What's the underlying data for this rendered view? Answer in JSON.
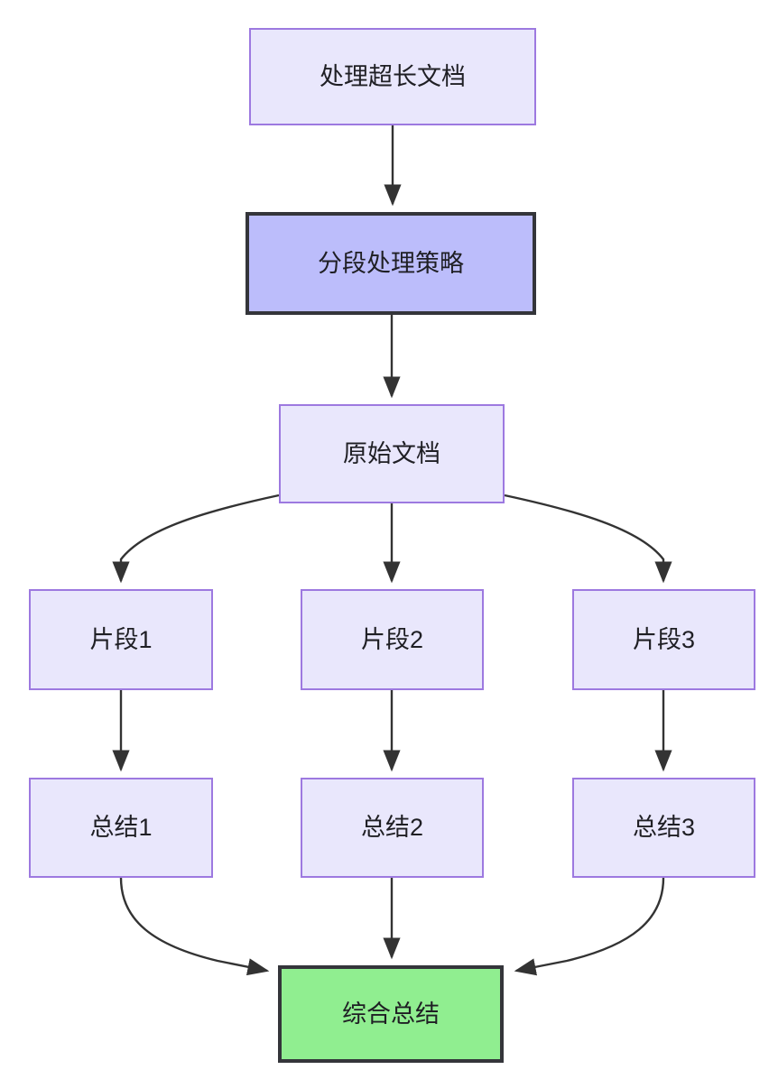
{
  "diagram": {
    "type": "flowchart",
    "direction": "top-down",
    "background_color": "#ffffff",
    "edge_color": "#333333",
    "styles": {
      "default_fill": "#e9e7fc",
      "default_stroke": "#9d79e0",
      "highlight_fill": "#bcbdfb",
      "highlight_stroke": "#34353a",
      "result_fill": "#90ee90",
      "result_stroke": "#34353a",
      "text_color": "#1f1f24"
    },
    "nodes": [
      {
        "id": "doc-input",
        "label": "处理超长文档",
        "style": "default"
      },
      {
        "id": "strategy",
        "label": "分段处理策略",
        "style": "highlight"
      },
      {
        "id": "source-doc",
        "label": "原始文档",
        "style": "default"
      },
      {
        "id": "segment-1",
        "label": "片段1",
        "style": "default"
      },
      {
        "id": "segment-2",
        "label": "片段2",
        "style": "default"
      },
      {
        "id": "segment-3",
        "label": "片段3",
        "style": "default"
      },
      {
        "id": "summary-1",
        "label": "总结1",
        "style": "default"
      },
      {
        "id": "summary-2",
        "label": "总结2",
        "style": "default"
      },
      {
        "id": "summary-3",
        "label": "总结3",
        "style": "default"
      },
      {
        "id": "final",
        "label": "综合总结",
        "style": "result"
      }
    ],
    "edges": [
      {
        "from": "doc-input",
        "to": "strategy",
        "shape": "straight",
        "label": ""
      },
      {
        "from": "strategy",
        "to": "source-doc",
        "shape": "straight",
        "label": ""
      },
      {
        "from": "source-doc",
        "to": "segment-1",
        "shape": "curved",
        "label": ""
      },
      {
        "from": "source-doc",
        "to": "segment-2",
        "shape": "straight",
        "label": ""
      },
      {
        "from": "source-doc",
        "to": "segment-3",
        "shape": "curved",
        "label": ""
      },
      {
        "from": "segment-1",
        "to": "summary-1",
        "shape": "straight",
        "label": ""
      },
      {
        "from": "segment-2",
        "to": "summary-2",
        "shape": "straight",
        "label": ""
      },
      {
        "from": "segment-3",
        "to": "summary-3",
        "shape": "straight",
        "label": ""
      },
      {
        "from": "summary-1",
        "to": "final",
        "shape": "curved",
        "label": ""
      },
      {
        "from": "summary-2",
        "to": "final",
        "shape": "straight",
        "label": ""
      },
      {
        "from": "summary-3",
        "to": "final",
        "shape": "curved",
        "label": ""
      }
    ]
  }
}
